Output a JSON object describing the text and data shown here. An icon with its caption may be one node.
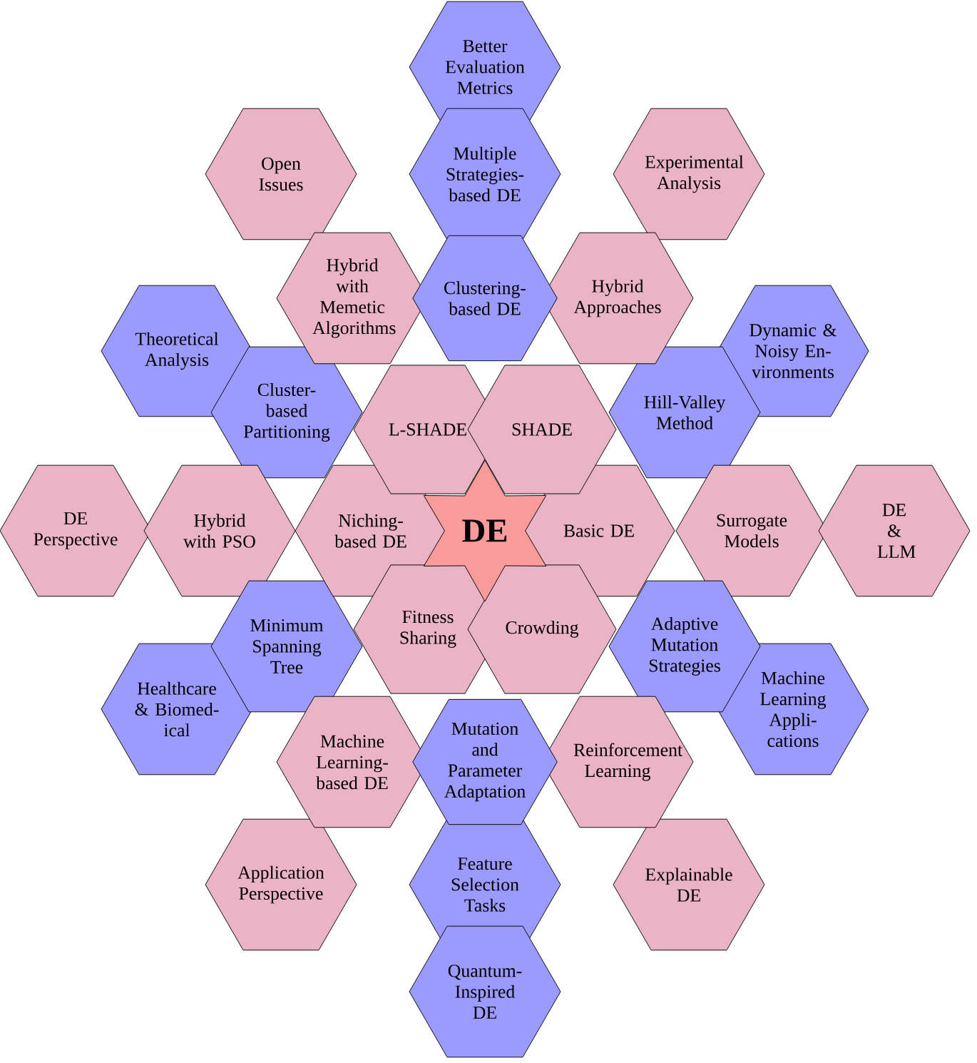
{
  "diagram": {
    "nodes": [
      {
        "text": [
          "Better Evaluation Metrics"
        ]
      },
      {
        "text": [
          "Open Issues"
        ]
      },
      {
        "text": [
          "Multiple Strategies-based DE"
        ]
      },
      {
        "text": [
          "Experimental Analysis"
        ]
      },
      {
        "text": [
          "Hybrid with Memetic Algorithms"
        ]
      },
      {
        "text": [
          "Clustering-based DE"
        ]
      },
      {
        "text": [
          "Hybrid Approaches"
        ]
      },
      {
        "text": [
          "Theoretical Analysis"
        ]
      },
      {
        "text": [
          "Dynamic & Noisy En-vironments"
        ]
      },
      {
        "text": [
          "Cluster-based Partitioning"
        ]
      },
      {
        "text": [
          "L-SHADE"
        ]
      },
      {
        "text": [
          "SHADE"
        ]
      },
      {
        "text": [
          "Hill-Valley Method"
        ]
      },
      {
        "text": [
          "DE Perspective"
        ]
      },
      {
        "text": [
          "Hybrid with PSO"
        ]
      },
      {
        "text": [
          "Niching-based DE"
        ]
      },
      {
        "text": [
          "DE"
        ]
      },
      {
        "text": [
          "Basic DE"
        ]
      },
      {
        "text": [
          "Surrogate Models"
        ]
      },
      {
        "text": [
          "DE & LLM"
        ]
      },
      {
        "text": [
          "Fitness Sharing"
        ]
      },
      {
        "text": [
          "Crowding"
        ]
      },
      {
        "text": [
          "Minimum Spanning Tree"
        ]
      },
      {
        "text": [
          "Adaptive Mutation Strategies"
        ]
      },
      {
        "text": [
          "Healthcare & Biomed-ical"
        ]
      },
      {
        "text": [
          "Machine Learning Appli-cations"
        ]
      },
      {
        "text": [
          "Machine Learning-based DE"
        ]
      },
      {
        "text": [
          "Mutation and Parameter Adaptation"
        ]
      },
      {
        "text": [
          "Reinforcement Learning"
        ]
      },
      {
        "text": [
          "Application Perspective"
        ]
      },
      {
        "text": [
          "Feature Selection Tasks"
        ]
      },
      {
        "text": [
          "Explainable DE"
        ]
      },
      {
        "text": [
          "Quantum-Inspired DE"
        ]
      }
    ]
  }
}
